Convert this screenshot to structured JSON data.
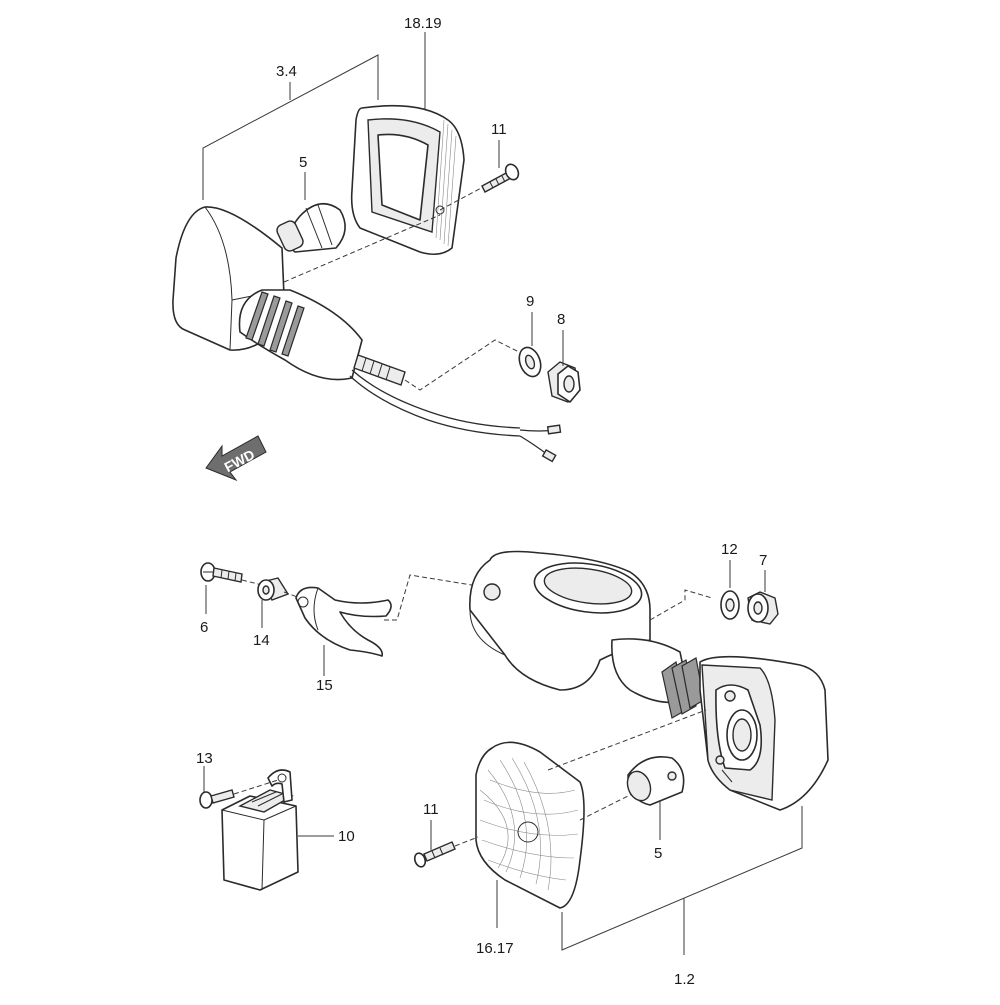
{
  "diagram": {
    "callouts": {
      "c_3_4": "3.4",
      "c_18_19": "18.19",
      "c_11_top": "11",
      "c_5_top": "5",
      "c_9": "9",
      "c_8": "8",
      "c_12": "12",
      "c_7": "7",
      "c_6": "6",
      "c_14": "14",
      "c_15": "15",
      "c_13": "13",
      "c_10": "10",
      "c_11_bottom": "11",
      "c_5_bottom": "5",
      "c_16_17": "16.17",
      "c_1_2": "1.2"
    },
    "direction_arrow": "FWD"
  }
}
